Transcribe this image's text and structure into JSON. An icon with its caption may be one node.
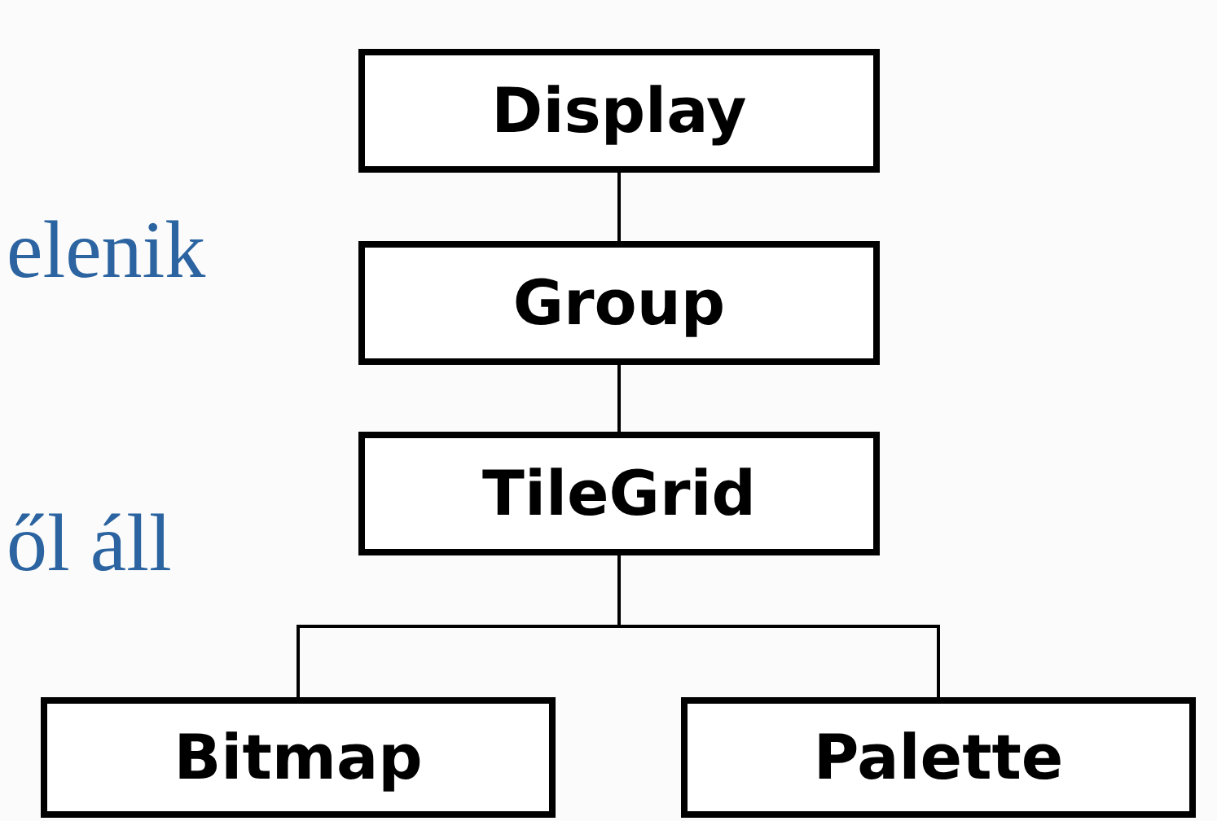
{
  "diagram": {
    "nodes": [
      {
        "text": [
          "Display"
        ]
      },
      {
        "text": [
          "Group"
        ]
      },
      {
        "text": [
          "TileGrid"
        ]
      },
      {
        "text": [
          "Bitmap"
        ]
      },
      {
        "text": [
          "Palette"
        ]
      }
    ],
    "edges": [
      {
        "from": 0,
        "to": 1,
        "arrow": "none"
      },
      {
        "from": 1,
        "to": 2,
        "arrow": "none"
      },
      {
        "from": 2,
        "to": 3,
        "arrow": "none"
      },
      {
        "from": 2,
        "to": 4,
        "arrow": "none"
      }
    ],
    "labels": [
      "elenik",
      "ől áll"
    ]
  }
}
